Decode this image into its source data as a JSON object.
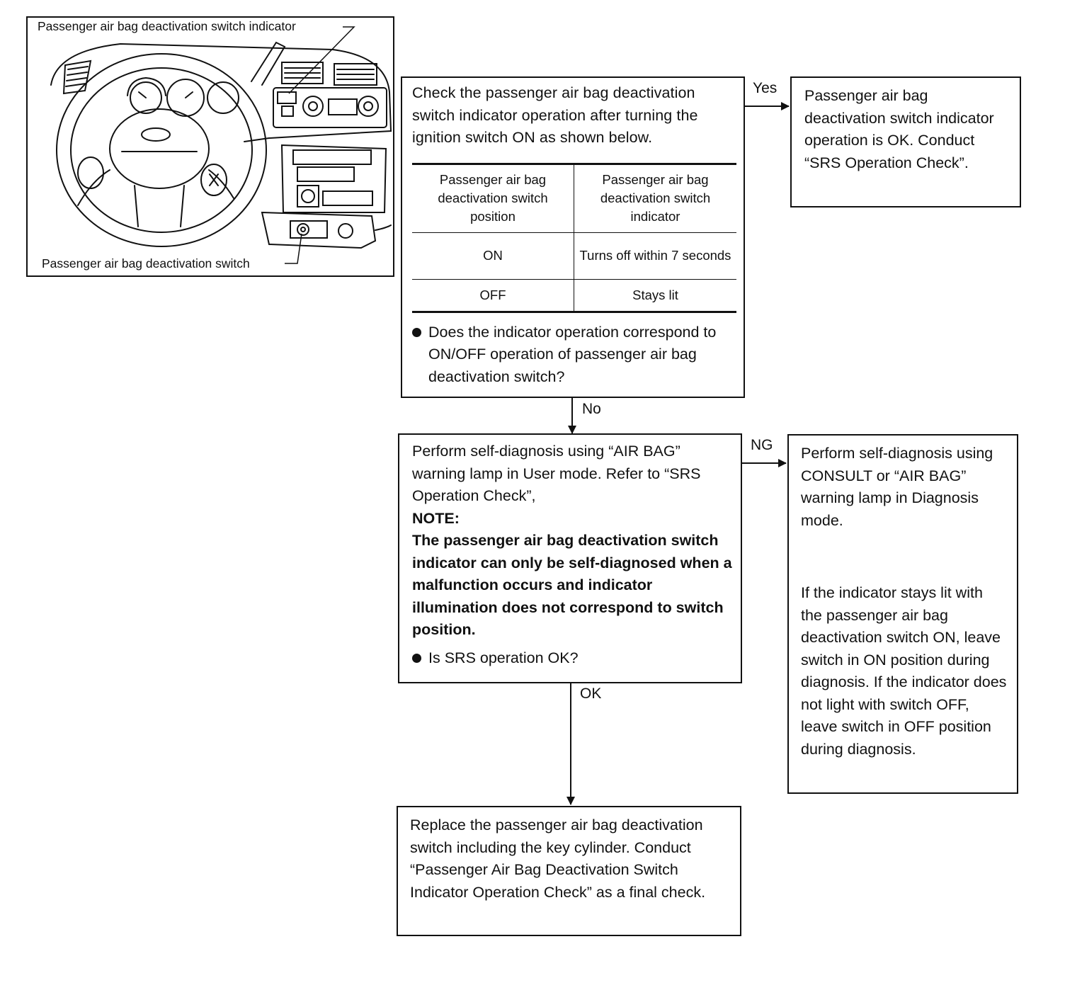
{
  "figure": {
    "indicator_label": "Passenger air bag deactivation switch indicator",
    "switch_label": "Passenger air bag deactivation switch"
  },
  "step1": {
    "lead": "Check the passenger air bag deactivation switch indicator operation after turning the ignition switch ON as shown below.",
    "table": {
      "headers": [
        "Passenger air bag deactivation switch position",
        "Passenger air bag deactivation switch indicator"
      ],
      "rows": [
        [
          "ON",
          "Turns off within 7 seconds"
        ],
        [
          "OFF",
          "Stays lit"
        ]
      ]
    },
    "question": "Does the indicator operation correspond to ON/OFF operation of passenger air bag deactivation switch?"
  },
  "yes_label": "Yes",
  "yes_result": "Passenger air bag deactivation switch indicator operation is OK. Conduct “SRS Operation Check”.",
  "no_label": "No",
  "step2": {
    "lead": "Perform self-diagnosis using “AIR BAG” warning lamp in User mode. Refer to “SRS Operation Check”,",
    "note_title": "NOTE:",
    "note_body": "The passenger air bag deactivation switch indicator can only be self-diagnosed when a malfunction occurs and indicator illumination does not correspond to switch position.",
    "question": "Is SRS operation OK?"
  },
  "ng_label": "NG",
  "ng_result": {
    "p1": "Perform self-diagnosis using CONSULT or “AIR BAG” warning lamp in Diagnosis mode.",
    "p2": "If the indicator stays lit with the passenger air bag deactivation switch ON, leave switch in ON position during diagnosis. If the indicator does not light with switch OFF, leave switch in OFF position during diagnosis."
  },
  "ok_label": "OK",
  "final": "Replace the passenger air bag deactivation switch including the key cylinder. Conduct “Passenger Air Bag Deactivation Switch Indicator Operation Check” as a final check."
}
